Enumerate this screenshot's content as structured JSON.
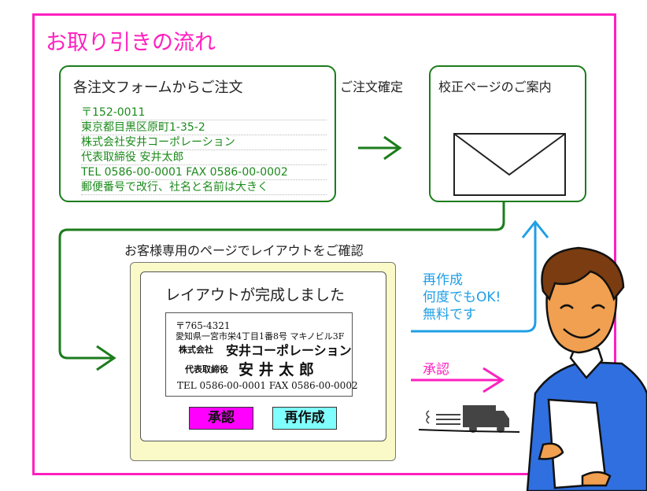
{
  "title": "お取り引きの流れ",
  "step1": {
    "heading": "各注文フォームからご注文",
    "lines": [
      "〒152-0011",
      "東京都目黒区原町1-35-2",
      "株式会社安井コーポレーション",
      "代表取締役 安井太郎",
      "TEL 0586-00-0001 FAX 0586-00-0002",
      "郵便番号で改行、社名と名前は大きく"
    ]
  },
  "arrow1_label": "ご注文確定",
  "step2": {
    "heading": "校正ページのご案内"
  },
  "step3": {
    "caption": "お客様専用のページでレイアウトをご確認",
    "done": "レイアウトが完成しました",
    "card": {
      "zip": "〒765-4321",
      "address": "愛知県一宮市栄4丁目1番8号 マキノビル3F",
      "company_prefix": "株式会社",
      "company": "安井コーポレーション",
      "title_prefix": "代表取締役",
      "name": "安 井 太 郎",
      "tel": "TEL 0586-00-0001 FAX 0586-00-0002"
    },
    "approve_button": "承認",
    "redo_button": "再作成"
  },
  "redo_note": [
    "再作成",
    "何度でもOK!",
    "無料です"
  ],
  "approve_label": "承認",
  "colors": {
    "frame": "#ff1fbf",
    "green": "#1c7c1c",
    "blue": "#1f9fe6",
    "approve": "#ff00ff",
    "redo": "#80ffff",
    "panel": "#fafac8"
  }
}
